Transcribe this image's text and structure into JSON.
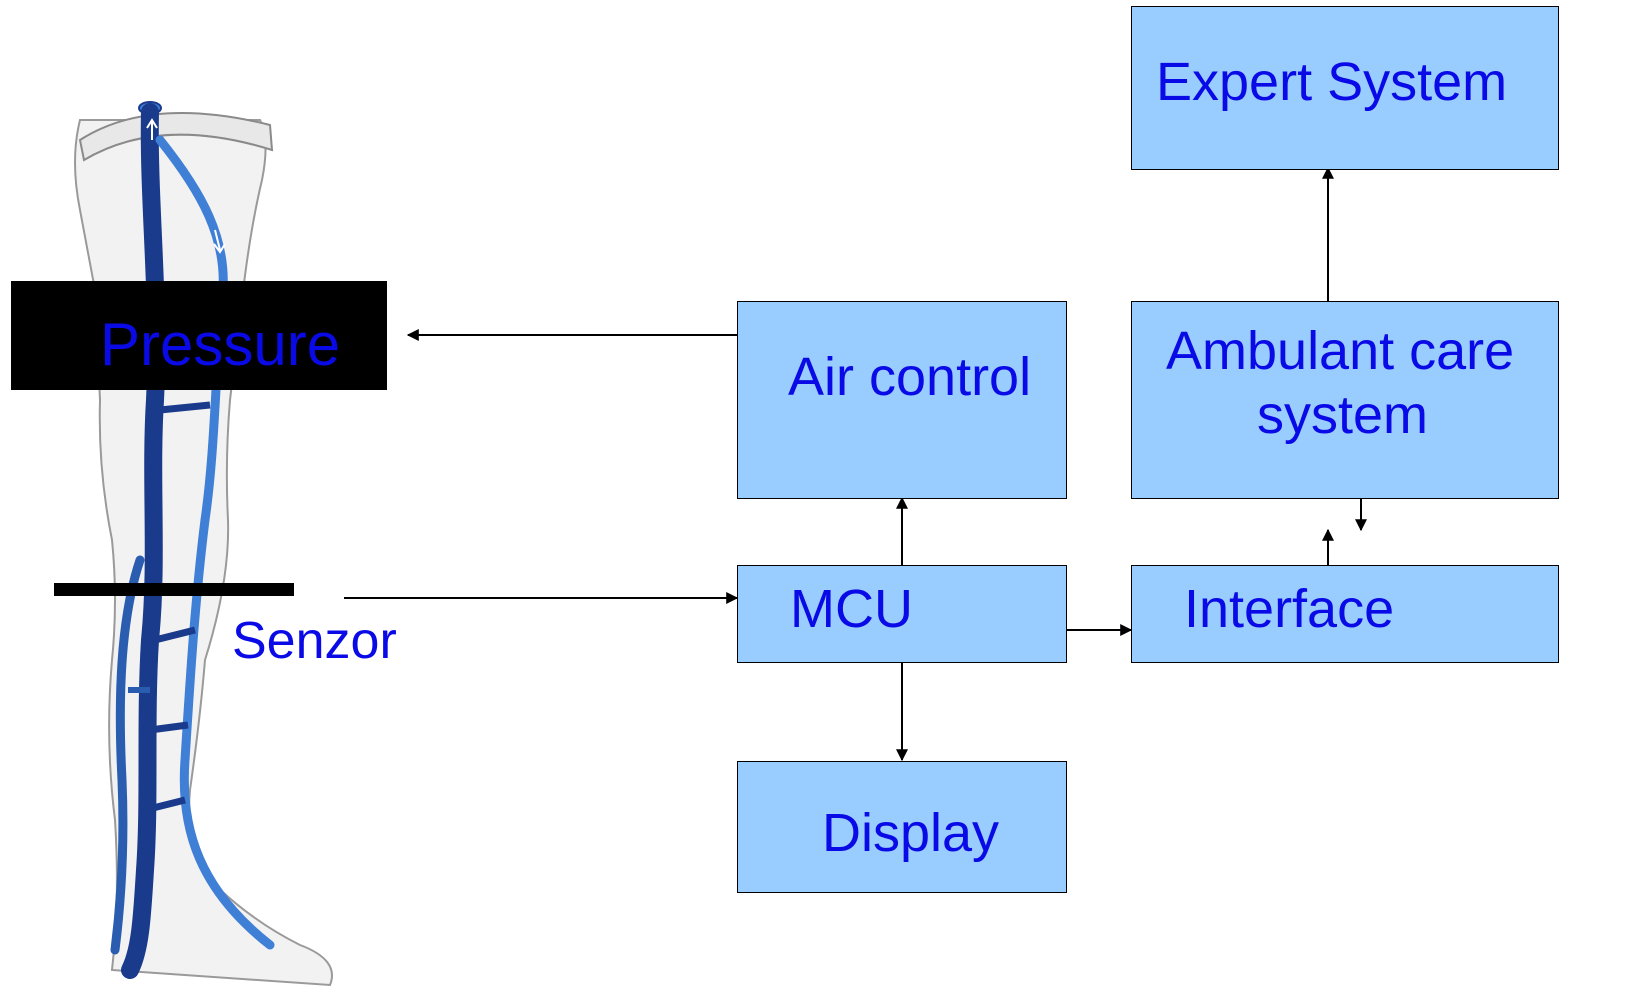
{
  "leg": {
    "pressure_label": "Pressure",
    "sensor_label": "Senzor"
  },
  "blocks": {
    "expert_system": "Expert System",
    "air_control": "Air control",
    "ambulant_care_line1": "Ambulant care",
    "ambulant_care_line2": "system",
    "mcu": "MCU",
    "interface": "Interface",
    "display": "Display"
  },
  "colors": {
    "box_fill": "#99ccff",
    "text": "#0a0ae6",
    "vein_dark": "#1a3a8c",
    "vein_light": "#3f7fd6"
  }
}
